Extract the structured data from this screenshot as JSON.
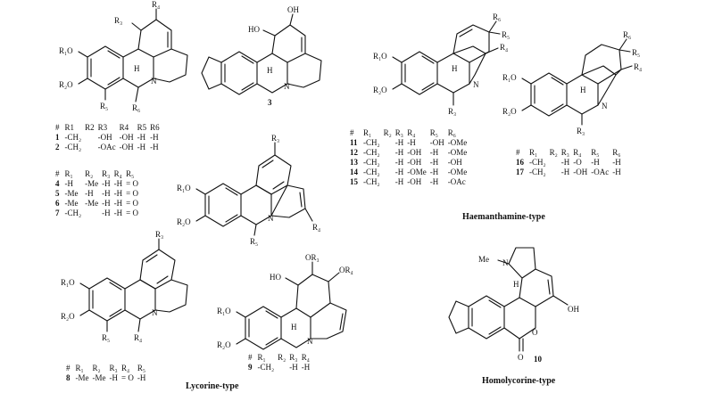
{
  "labels": {
    "lycorine_type": "Lycorine-type",
    "haemanthamine_type": "Haemanthamine-type",
    "homolycorine_type": "Homolycorine-type"
  },
  "structures": {
    "s1": {
      "R1O": "R₁O",
      "R2O": "R₂O",
      "R3": "R₃",
      "R4": "R₄",
      "R5": "R₅",
      "R6": "R₆",
      "H": "H",
      "N": "N"
    },
    "s3": {
      "HO": "HO",
      "OH": "OH",
      "number": "3",
      "H": "H",
      "N": "N"
    },
    "s4": {
      "R1O": "R₁O",
      "R2O": "R₂O",
      "R3": "R₃",
      "R4": "R₄",
      "R5": "R₅",
      "N": "N"
    },
    "s8": {
      "R1O": "R₁O",
      "R2O": "R₂O",
      "R3": "R₃",
      "R4": "R₄",
      "R5": "R₅",
      "N": "N"
    },
    "s9": {
      "R1O": "R₁O",
      "R2O": "R₂O",
      "HO": "HO",
      "OR3": "OR₃",
      "OR4": "OR₄",
      "H": "H",
      "N": "N"
    },
    "s10": {
      "Me": "Me",
      "N": "N",
      "OH": "OH",
      "O": "O",
      "number": "10",
      "H": "H"
    },
    "s11": {
      "R1O": "R₁O",
      "R2O": "R₂O",
      "R3": "R₃",
      "R4": "R₄",
      "R5": "R₅",
      "R6": "R₆",
      "H": "H",
      "N": "N"
    },
    "s16": {
      "R1O": "R₁O",
      "R2O": "R₂O",
      "R3": "R₃",
      "R4": "R₄",
      "R5": "R₅",
      "R6": "R₆",
      "H": "H",
      "N": "N"
    }
  },
  "tables": {
    "t1": {
      "header": [
        "#",
        "R1",
        "R2",
        "R3",
        "R4",
        "R5",
        "R6"
      ],
      "rows": [
        [
          "1",
          "-CH₂",
          "",
          "-OH",
          "-OH",
          "-H",
          "-H"
        ],
        [
          "2",
          "-CH₂",
          "",
          "-OAc",
          "-OH",
          "-H",
          "-H"
        ]
      ]
    },
    "t4": {
      "header": [
        "#",
        "R₁",
        "R₂",
        "R₃",
        "R₄",
        "R₅"
      ],
      "rows": [
        [
          "4",
          "-H",
          "-Me",
          "-H",
          "-H",
          "= O"
        ],
        [
          "5",
          "-Me",
          "-H",
          "-H",
          "-H",
          "= O"
        ],
        [
          "6",
          "-Me",
          "-Me",
          "-H",
          "-H",
          "= O"
        ],
        [
          "7",
          "-CH₂",
          "",
          "-H",
          "-H",
          "= O"
        ]
      ]
    },
    "t8": {
      "header": [
        "#",
        "R₁",
        "R₂",
        "R₃",
        "R₄",
        "R₅"
      ],
      "rows": [
        [
          "8",
          "-Me",
          "-Me",
          "-H",
          "= O",
          "-H"
        ]
      ]
    },
    "t9": {
      "header": [
        "#",
        "R₁",
        "R₂",
        "R₃",
        "R₄"
      ],
      "rows": [
        [
          "9",
          "-CH₂",
          "",
          "-H",
          "-H"
        ]
      ]
    },
    "t11": {
      "header": [
        "#",
        "R₁",
        "R₂",
        "R₃",
        "R₄",
        "R₅",
        "R₆"
      ],
      "rows": [
        [
          "11",
          "-CH₂",
          "",
          "-H",
          "-H",
          "-OH",
          "-OMe"
        ],
        [
          "12",
          "-CH₂",
          "",
          "-H",
          "-OH",
          "-H",
          "-OMe"
        ],
        [
          "13",
          "-CH₂",
          "",
          "-H",
          "-OH",
          "-H",
          "-OH"
        ],
        [
          "14",
          "-CH₂",
          "",
          "-H",
          "-OMe",
          "-H",
          "-OMe"
        ],
        [
          "15",
          "-CH₂",
          "",
          "-H",
          "-OH",
          "-H",
          "-OAc"
        ]
      ]
    },
    "t16": {
      "header": [
        "#",
        "R₁",
        "R₂",
        "R₃",
        "R₄",
        "R₅",
        "R₆"
      ],
      "rows": [
        [
          "16",
          "-CH₂",
          "",
          "-H",
          "-O",
          "-H",
          "-H"
        ],
        [
          "17",
          "-CH₂",
          "",
          "-H",
          "-OH",
          "-OAc",
          "-H"
        ]
      ]
    }
  }
}
